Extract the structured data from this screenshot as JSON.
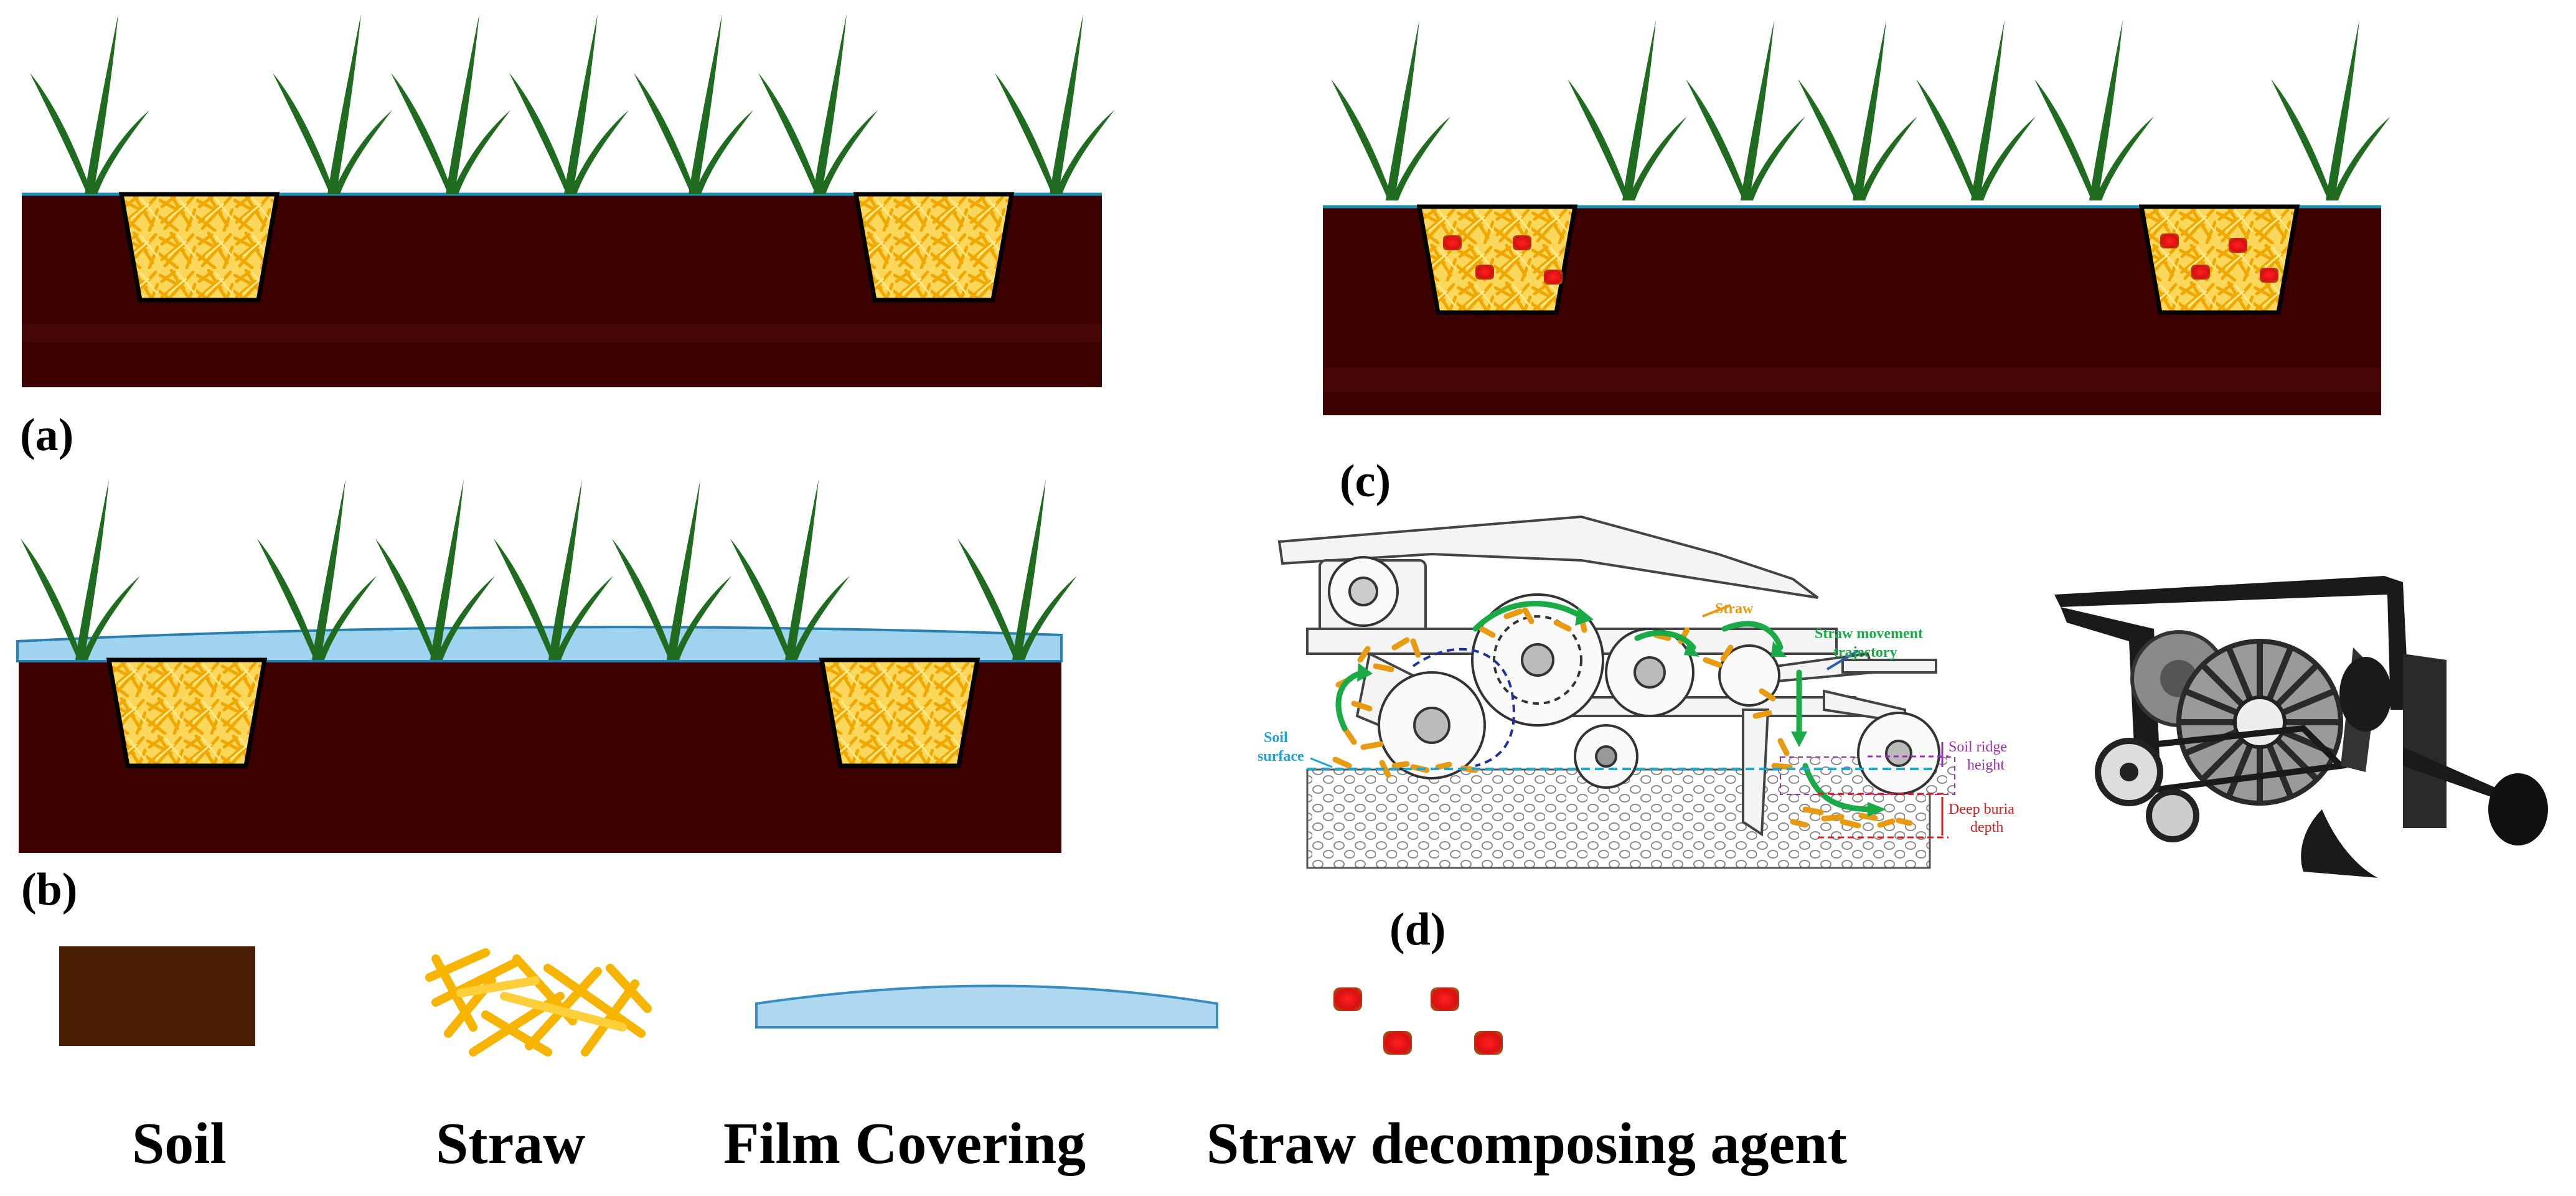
{
  "panels": {
    "a": {
      "label": "(a)"
    },
    "b": {
      "label": "(b)"
    },
    "c": {
      "label": "(c)"
    },
    "d": {
      "label": "(d)",
      "annotations": {
        "straw": "Straw",
        "trajectory_line1": "Straw movement",
        "trajectory_line2": "trajectory",
        "soil_surface_line1": "Soil",
        "soil_surface_line2": "surface",
        "ridge_line1": "Soil ridge",
        "ridge_line2": "height",
        "depth_line1": "Deep buria",
        "depth_line2": "depth"
      }
    }
  },
  "legend": [
    {
      "id": "soil",
      "label": "Soil"
    },
    {
      "id": "straw",
      "label": "Straw"
    },
    {
      "id": "film",
      "label": "Film Covering"
    },
    {
      "id": "agent",
      "label": "Straw decomposing agent"
    }
  ],
  "colors": {
    "soil": "#3d0000",
    "soil_band": "#4a0808",
    "plant": "#1f6b1f",
    "straw": "#f7c21a",
    "straw_fill": "#fbd75b",
    "film": "#9fd3ef",
    "agent": "#e31a1a",
    "legend_soil": "#4a1f05",
    "annot_green": "#1aaa46",
    "annot_orange": "#e89a10",
    "annot_cyan": "#1aa6d8",
    "annot_purple": "#9b30b0",
    "annot_red": "#d81e1e"
  }
}
